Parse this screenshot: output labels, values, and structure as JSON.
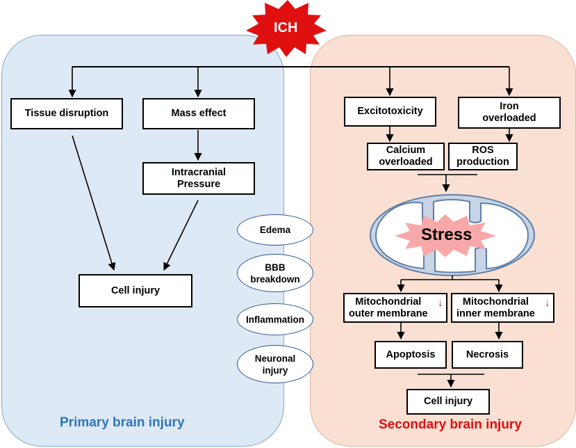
{
  "title": "ICH",
  "colors": {
    "ich_burst": "#e01010",
    "primary_panel": "#dde9f4",
    "secondary_panel": "#f9e0d3",
    "primary_label": "#2e75b6",
    "secondary_label": "#e01010",
    "stress_burst": "#f8a8a8"
  },
  "primary": {
    "label": "Primary brain injury",
    "tissue_disruption": "Tissue disruption",
    "mass_effect": "Mass effect",
    "intracranial_pressure": "Intracranial\nPressure",
    "cell_injury": "Cell injury"
  },
  "middle": {
    "edema": "Edema",
    "bbb_breakdown": "BBB\nbreakdown",
    "inflammation": "Inflammation",
    "neuronal_injury": "Neuronal\ninjury"
  },
  "secondary": {
    "label": "Secondary brain injury",
    "excitotoxicity": "Excitotoxicity",
    "iron_overloaded": "Iron\noverloaded",
    "calcium_overloaded": "Calcium\noverloaded",
    "ros_production": "ROS\nproduction",
    "stress": "Stress",
    "mito_outer": "Mitochondrial\nouter membrane",
    "mito_inner": "Mitochondrial\ninner membrane",
    "apoptosis": "Apoptosis",
    "necrosis": "Necrosis",
    "cell_injury": "Cell injury"
  }
}
